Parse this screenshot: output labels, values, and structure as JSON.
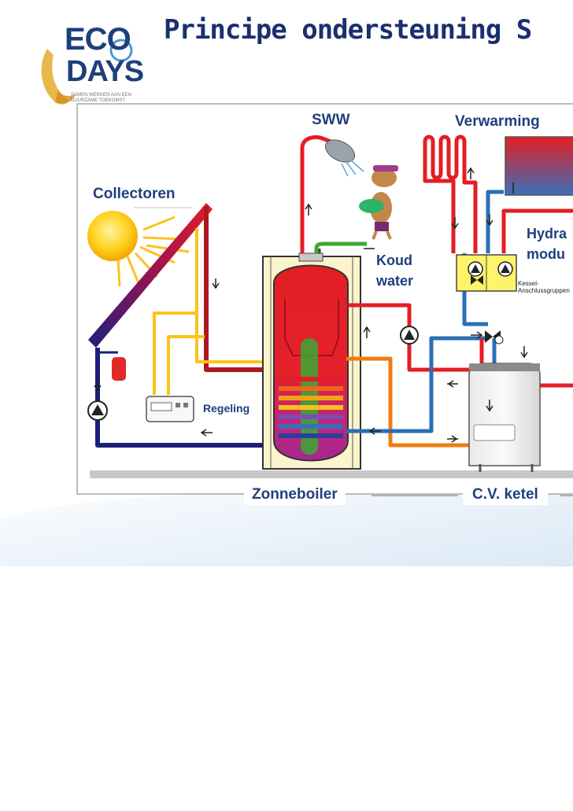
{
  "slide": {
    "title": "Principe ondersteuning S",
    "logo": {
      "line1": "ECO",
      "line2": "DAYS",
      "tagline": "SAMEN WERKEN AAN EEN DUURZAME TOEKOMST"
    }
  },
  "diagram": {
    "labels": {
      "sww": "SWW",
      "verwarming": "Verwarming",
      "collectoren": "Collectoren",
      "koud_water_line1": "Koud",
      "koud_water_line2": "water",
      "hydraulic_line1": "Hydra",
      "hydraulic_line2": "modu",
      "regeling": "Regeling",
      "zonneboiler": "Zonneboiler",
      "cv_ketel": "C.V. ketel",
      "kessel_line1": "Kessel-",
      "kessel_line2": "Anschlussgruppen"
    },
    "colors": {
      "hot": "#e31e24",
      "cold": "#2a6fb5",
      "solar_supply": "#f5c120",
      "solar_return": "#1c1f7a",
      "cold_water": "#3aa935",
      "heating_return": "#f07d12",
      "title": "#1a2f6e"
    }
  }
}
